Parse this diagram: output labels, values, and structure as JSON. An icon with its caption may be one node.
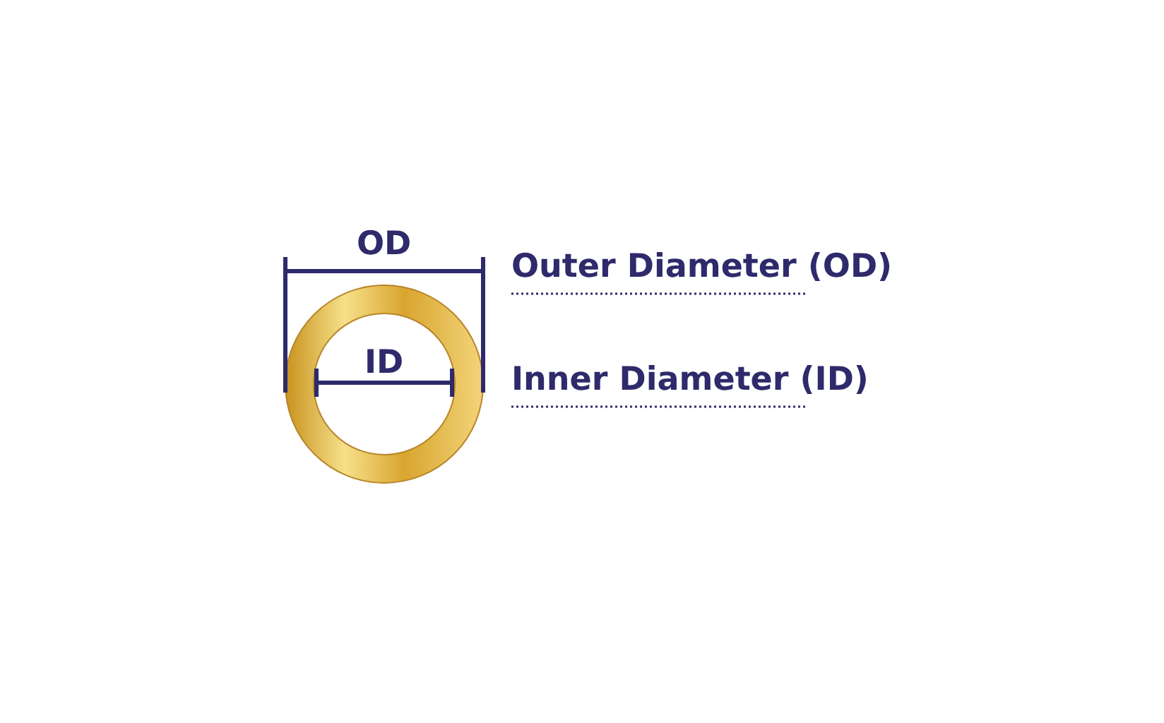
{
  "diagram": {
    "labels": [
      "OD",
      "ID",
      "Outer Diameter (OD)",
      "Inner Diameter (ID)"
    ]
  }
}
